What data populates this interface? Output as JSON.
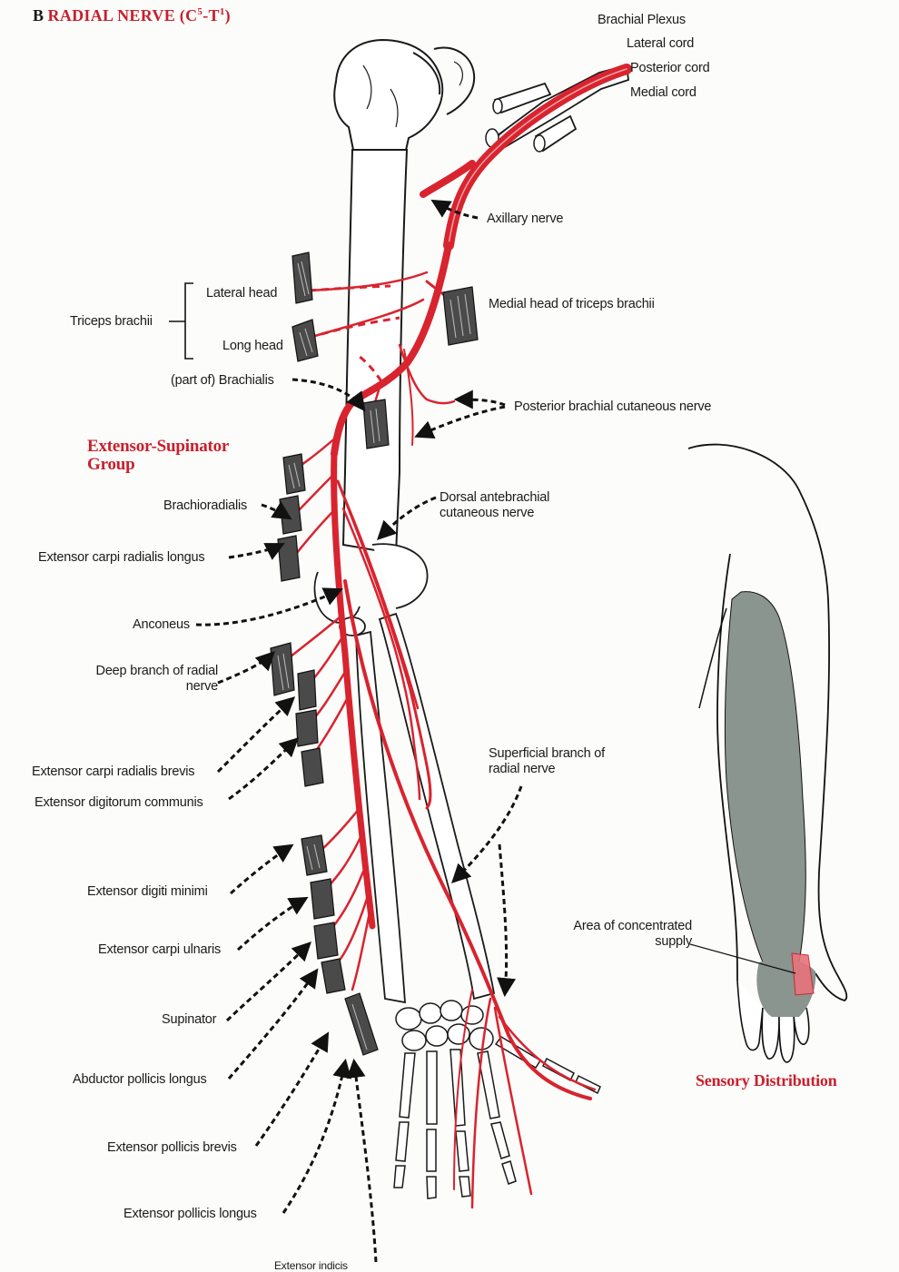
{
  "title": {
    "letter": "B",
    "text": "RADIAL NERVE (C",
    "sup1": "5",
    "mid": "-T",
    "sup2": "1",
    "end": ")"
  },
  "colors": {
    "nerve": "#d8242f",
    "bone": "#ffffff",
    "outline": "#1a1a1a",
    "sensory_fill": "#8a958f",
    "concentrated": "#e7737c",
    "red_text": "#c8202d"
  },
  "plexus": {
    "heading": "Brachial Plexus",
    "lateral": "Lateral cord",
    "posterior": "Posterior cord",
    "medial": "Medial cord"
  },
  "labels": {
    "axillary": "Axillary nerve",
    "lateral_head": "Lateral head",
    "long_head": "Long head",
    "triceps": "Triceps brachii",
    "medial_head": "Medial head of triceps brachii",
    "brachialis": "(part of) Brachialis",
    "post_brachial": "Posterior brachial cutaneous nerve",
    "group": "Extensor-Supinator Group",
    "brachioradialis": "Brachioradialis",
    "ecrl": "Extensor carpi radialis longus",
    "dorsal_ante": "Dorsal antebrachial cutaneous nerve",
    "anconeus": "Anconeus",
    "deep_branch": "Deep branch of radial nerve",
    "ecrb": "Extensor carpi radialis brevis",
    "edc": "Extensor digitorum communis",
    "superficial": "Superficial branch of radial nerve",
    "edm": "Extensor digiti minimi",
    "ecu": "Extensor carpi ulnaris",
    "supinator": "Supinator",
    "apl": "Abductor pollicis longus",
    "epb": "Extensor pollicis brevis",
    "epl": "Extensor pollicis longus",
    "ei": "Extensor indicis",
    "area": "Area of concentrated supply",
    "sensory": "Sensory Distribution"
  }
}
